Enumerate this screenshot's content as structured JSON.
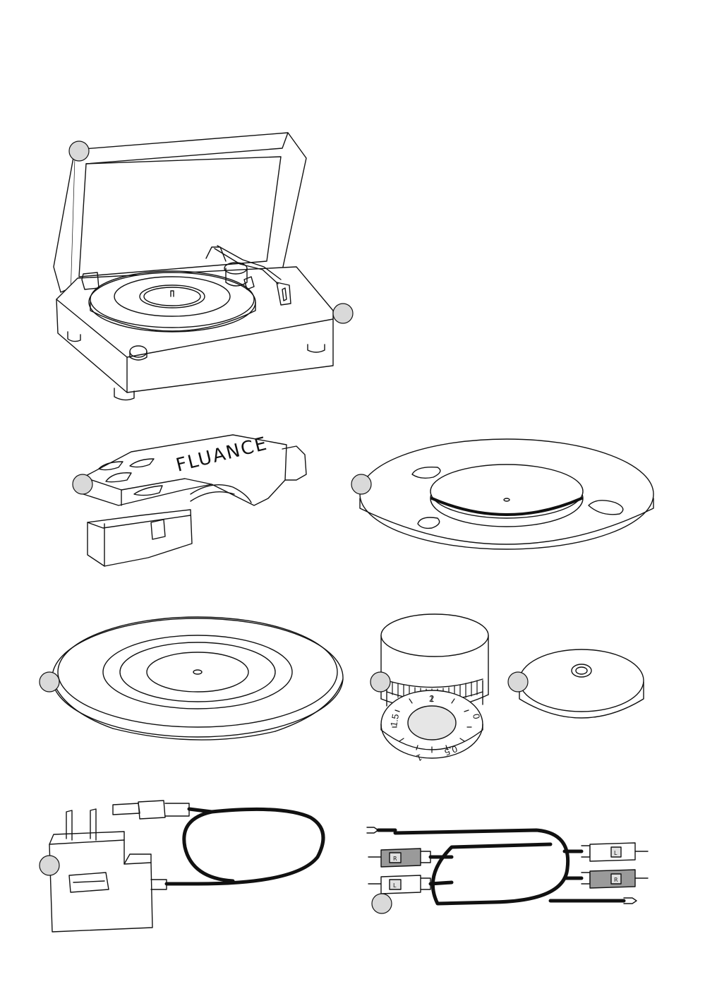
{
  "document": {
    "type": "product-contents-illustration"
  },
  "components": {
    "headshell": {
      "brand_text": "FLUANCE"
    },
    "counterweight": {
      "dial_numbers": [
        "2",
        "1.5",
        "1",
        "0.5",
        "0"
      ]
    },
    "rca_cable": {
      "jack_labels": [
        "R",
        "L",
        "L",
        "R"
      ]
    }
  },
  "colors": {
    "line": "#111111",
    "callout_fill": "#d9d9d9",
    "red_jack": "#9a9a9a",
    "white_jack": "#ffffff",
    "label_fill": "#e0e0e0"
  }
}
